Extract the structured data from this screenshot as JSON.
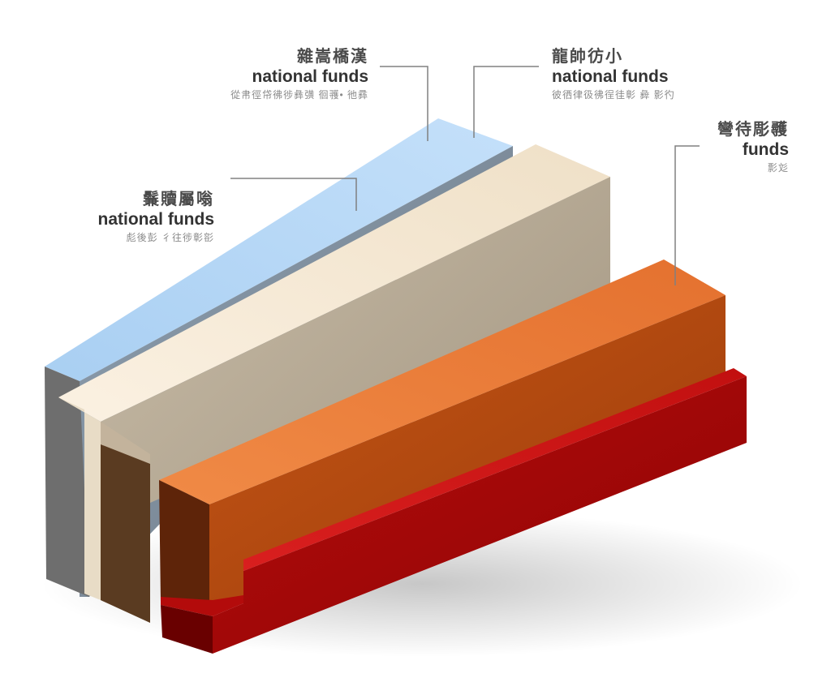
{
  "diagram": {
    "bars": [
      {
        "id": "blue",
        "colors": {
          "top": "#b6d7f5",
          "front": "#7d8a96",
          "side": "#6f6f6f"
        }
      },
      {
        "id": "beige",
        "colors": {
          "top": "#f6e9d5",
          "front": "#b3a691",
          "side": "#5a3c22"
        }
      },
      {
        "id": "orange",
        "colors": {
          "top": "#ea7a38",
          "front": "#b1480f",
          "side": "#62250c"
        }
      },
      {
        "id": "red",
        "colors": {
          "top": "#cf1717",
          "front": "#a10808",
          "side": "#6b0000"
        }
      }
    ],
    "labels": [
      {
        "id": "label-a",
        "glyphs": "雜嵩橋漢",
        "title": "national funds",
        "caption": "從帇徑帒彿徏彝彉 徊彟• 彵彞"
      },
      {
        "id": "label-b",
        "glyphs": "龍帥彷小",
        "title": "national funds",
        "caption": "彼徆律彶彿徎徍彰 彜 影彴"
      },
      {
        "id": "label-c",
        "glyphs": "鬑贖屬嗡",
        "title": "national funds",
        "caption": "彪後彭 彳往徏彰彮"
      },
      {
        "id": "label-d",
        "glyphs": "彎待彫彠",
        "title": "funds",
        "caption": "彯彣"
      }
    ],
    "leaders": [
      {
        "id": "leader-a"
      },
      {
        "id": "leader-b"
      },
      {
        "id": "leader-c"
      },
      {
        "id": "leader-d"
      }
    ]
  }
}
